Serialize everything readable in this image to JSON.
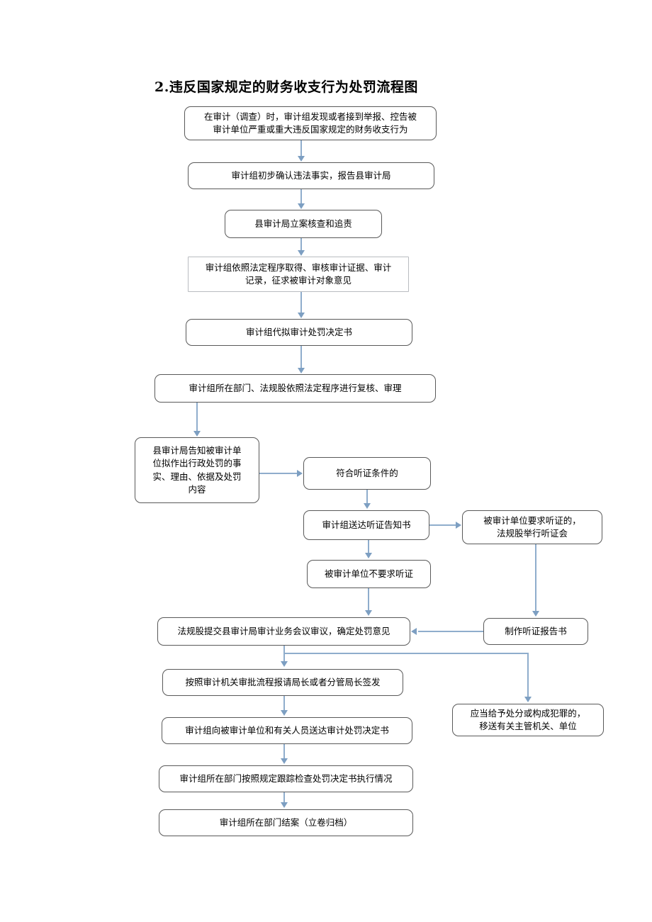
{
  "title": "2.违反国家规定的财务收支行为处罚流程图",
  "accent_color": "#8fadcc",
  "border_color": "#595959",
  "nodes": {
    "n1": "在审计（调查）时，审计组发现或者接到举报、控告被\n审计单位严重或重大违反国家规定的财务收支行为",
    "n2": "审计组初步确认违法事实，报告县审计局",
    "n3": "县审计局立案核查和追责",
    "n4": "审计组依照法定程序取得、审核审计证据、审计\n记录，征求被审计对象意见",
    "n5": "审计组代拟审计处罚决定书",
    "n6": "审计组所在部门、法规股依照法定程序进行复核、审理",
    "n7": "县审计局告知被审计单\n位拟作出行政处罚的事\n实、理由、依据及处罚\n内容",
    "n8": "符合听证条件的",
    "n9": "审计组送达听证告知书",
    "n10": "被审计单位要求听证的，\n法规股举行听证会",
    "n11": "被审计单位不要求听证",
    "n12": "法规股提交县审计局审计业务会议审议，确定处罚意见",
    "n13": "制作听证报告书",
    "n14": "按照审计机关审批流程报请局长或者分管局长签发",
    "n15": "审计组向被审计单位和有关人员送达审计处罚决定书",
    "n16": "应当给予处分或构成犯罪的，\n移送有关主管机关、单位",
    "n17": "审计组所在部门按照规定跟踪检查处罚决定书执行情况",
    "n18": "审计组所在部门结案（立卷归档）"
  }
}
